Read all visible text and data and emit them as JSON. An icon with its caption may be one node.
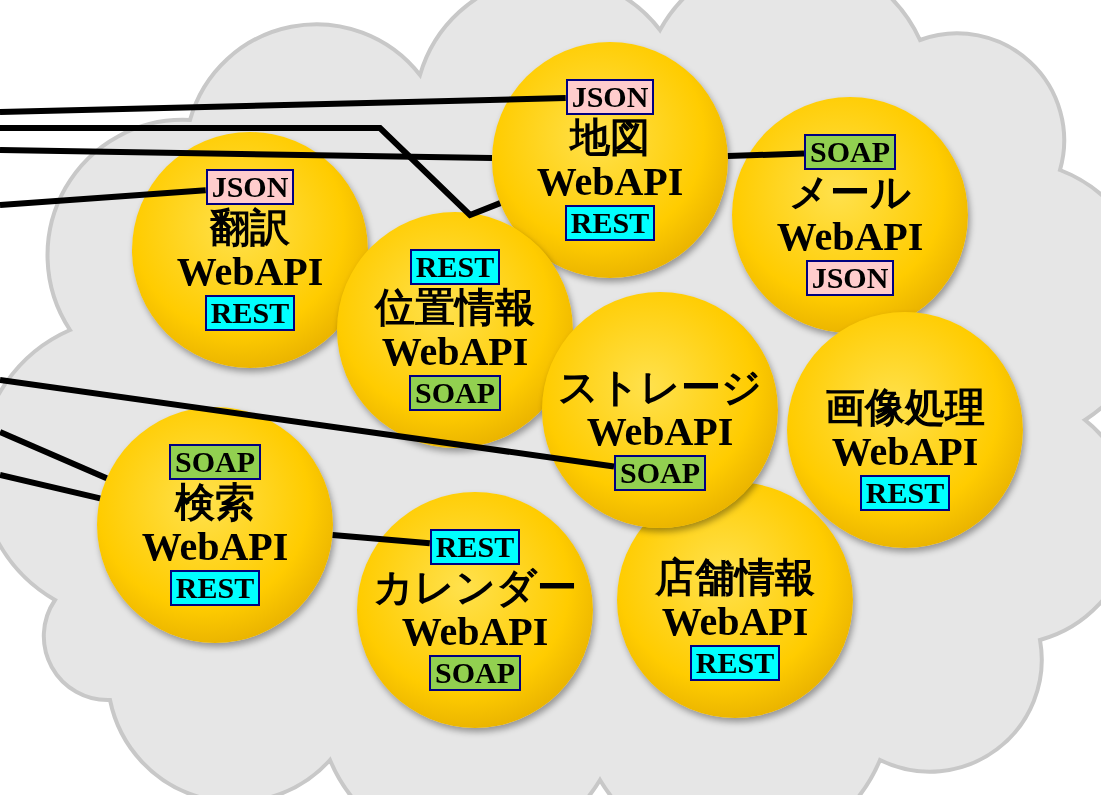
{
  "diagram": {
    "nodes": [
      {
        "text": [],
        "shape": "cloud"
      },
      {
        "text": [
          "翻訳 WebAPI"
        ],
        "in": 0
      },
      {
        "text": [
          "JSON"
        ],
        "in": 1
      },
      {
        "text": [
          "REST"
        ],
        "in": 1
      },
      {
        "text": [
          "地図 WebAPI"
        ],
        "in": 0
      },
      {
        "text": [
          "JSON"
        ],
        "in": 4
      },
      {
        "text": [
          "REST"
        ],
        "in": 4
      },
      {
        "text": [
          "メール WebAPI"
        ],
        "in": 0
      },
      {
        "text": [
          "SOAP"
        ],
        "in": 7
      },
      {
        "text": [
          "JSON"
        ],
        "in": 7
      },
      {
        "text": [
          "位置情報 WebAPI"
        ],
        "in": 0
      },
      {
        "text": [
          "REST"
        ],
        "in": 10
      },
      {
        "text": [
          "SOAP"
        ],
        "in": 10
      },
      {
        "text": [
          "ストレージ WebAPI"
        ],
        "in": 0
      },
      {
        "text": [
          "SOAP"
        ],
        "in": 13
      },
      {
        "text": [
          "画像処理 WebAPI"
        ],
        "in": 0
      },
      {
        "text": [
          "REST"
        ],
        "in": 15
      },
      {
        "text": [
          "検索 WebAPI"
        ],
        "in": 0
      },
      {
        "text": [
          "SOAP"
        ],
        "in": 17
      },
      {
        "text": [
          "REST"
        ],
        "in": 17
      },
      {
        "text": [
          "カレンダー WebAPI"
        ],
        "in": 0
      },
      {
        "text": [
          "REST"
        ],
        "in": 20
      },
      {
        "text": [
          "SOAP"
        ],
        "in": 20
      },
      {
        "text": [
          "店舗情報 WebAPI"
        ],
        "in": 0
      },
      {
        "text": [
          "REST"
        ],
        "in": 23
      }
    ],
    "edges": [
      {
        "from": null,
        "to": 5,
        "arrow": "none"
      },
      {
        "from": null,
        "to": 2,
        "arrow": "none"
      },
      {
        "from": null,
        "to": 4,
        "arrow": "none"
      },
      {
        "from": null,
        "to": 4,
        "arrow": "none"
      },
      {
        "from": null,
        "to": 14,
        "arrow": "none"
      },
      {
        "from": null,
        "to": 17,
        "arrow": "none"
      },
      {
        "from": null,
        "to": 17,
        "arrow": "none"
      },
      {
        "from": 17,
        "to": 21,
        "arrow": "none"
      },
      {
        "from": 4,
        "to": 8,
        "arrow": "none"
      }
    ]
  }
}
